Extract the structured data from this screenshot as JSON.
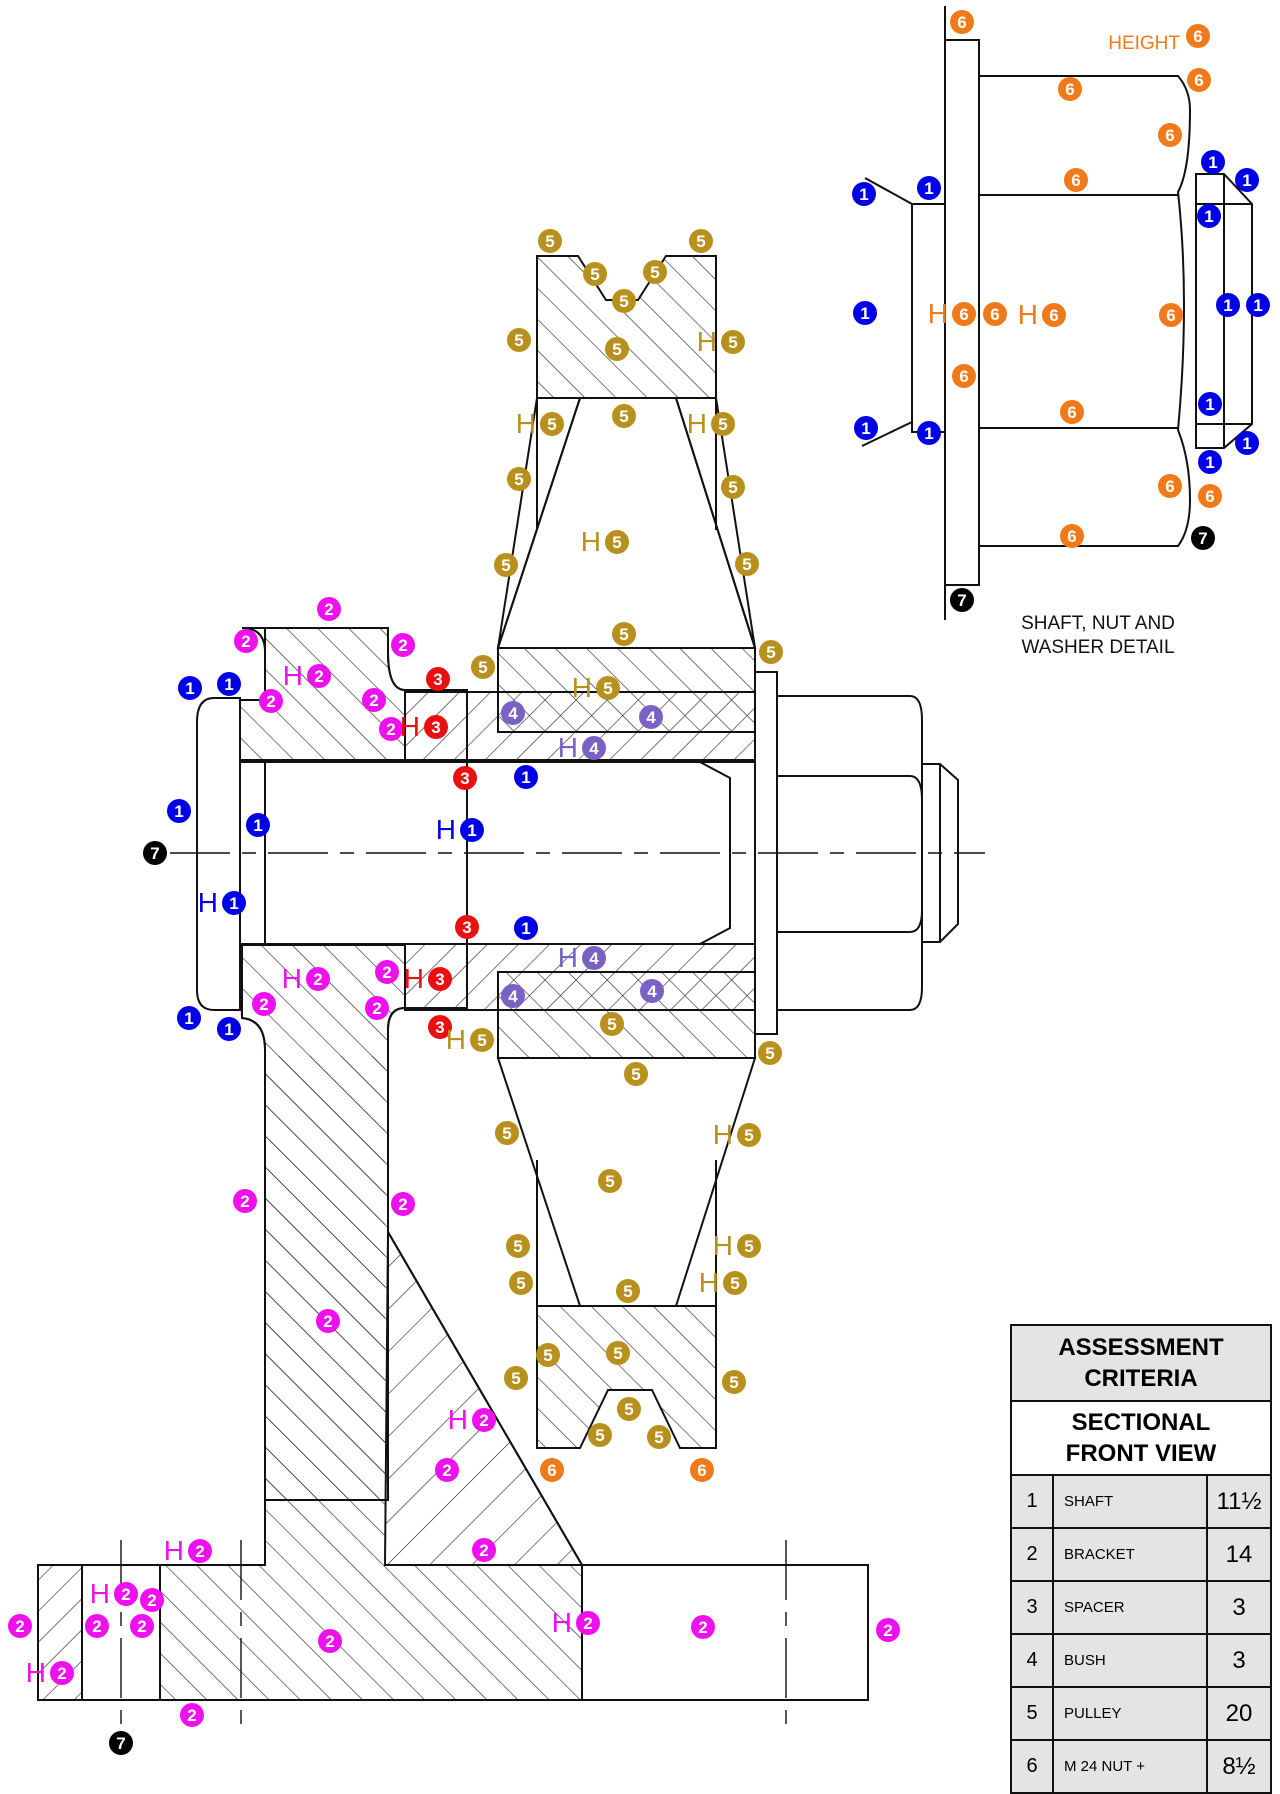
{
  "detail": {
    "caption_line1": "SHAFT, NUT AND",
    "caption_line2": "WASHER DETAIL",
    "height_label": "HEIGHT"
  },
  "criteria": {
    "title_line1": "ASSESSMENT",
    "title_line2": "CRITERIA",
    "subtitle_line1": "SECTIONAL",
    "subtitle_line2": "FRONT VIEW",
    "rows": [
      {
        "num": "1",
        "name": "SHAFT",
        "mark": "11½"
      },
      {
        "num": "2",
        "name": "BRACKET",
        "mark": "14"
      },
      {
        "num": "3",
        "name": "SPACER",
        "mark": "3"
      },
      {
        "num": "4",
        "name": "BUSH",
        "mark": "3"
      },
      {
        "num": "5",
        "name": "PULLEY",
        "mark": "20"
      },
      {
        "num": "6",
        "name": "M 24 NUT +",
        "mark": "8½"
      }
    ]
  },
  "marker_colors": {
    "1": "#0000e6",
    "2": "#ee11ee",
    "3": "#e81010",
    "4": "#7a62c4",
    "5": "#b8901e",
    "6": "#f07a1a",
    "7": "#000000"
  },
  "marker_height_prefix": "H",
  "markers": [
    {
      "n": "1"
    },
    {
      "n": "1"
    },
    {
      "n": "1"
    },
    {
      "n": "1"
    },
    {
      "n": "1"
    },
    {
      "n": "1"
    },
    {
      "n": "1"
    },
    {
      "n": "1",
      "h": true
    },
    {
      "n": "1",
      "h": true
    },
    {
      "n": "1"
    },
    {
      "n": "1"
    },
    {
      "n": "1"
    },
    {
      "n": "1"
    },
    {
      "n": "1"
    },
    {
      "n": "1"
    },
    {
      "n": "1"
    },
    {
      "n": "1"
    },
    {
      "n": "1"
    },
    {
      "n": "1"
    },
    {
      "n": "1"
    },
    {
      "n": "1"
    },
    {
      "n": "1"
    },
    {
      "n": "1"
    },
    {
      "n": "2"
    },
    {
      "n": "2"
    },
    {
      "n": "2"
    },
    {
      "n": "2",
      "h": true
    },
    {
      "n": "2"
    },
    {
      "n": "2"
    },
    {
      "n": "2"
    },
    {
      "n": "2"
    },
    {
      "n": "2",
      "h": true
    },
    {
      "n": "2"
    },
    {
      "n": "2"
    },
    {
      "n": "2"
    },
    {
      "n": "2"
    },
    {
      "n": "2"
    },
    {
      "n": "2",
      "h": true
    },
    {
      "n": "2"
    },
    {
      "n": "2",
      "h": true
    },
    {
      "n": "2"
    },
    {
      "n": "2"
    },
    {
      "n": "2",
      "h": true
    },
    {
      "n": "2"
    },
    {
      "n": "2"
    },
    {
      "n": "2"
    },
    {
      "n": "2",
      "h": true
    },
    {
      "n": "2"
    },
    {
      "n": "2",
      "h": true
    },
    {
      "n": "2"
    },
    {
      "n": "2"
    },
    {
      "n": "2"
    },
    {
      "n": "3"
    },
    {
      "n": "3",
      "h": true
    },
    {
      "n": "3"
    },
    {
      "n": "3"
    },
    {
      "n": "3",
      "h": true
    },
    {
      "n": "3"
    },
    {
      "n": "4"
    },
    {
      "n": "4"
    },
    {
      "n": "4",
      "h": true
    },
    {
      "n": "4",
      "h": true
    },
    {
      "n": "4"
    },
    {
      "n": "4"
    },
    {
      "n": "5"
    },
    {
      "n": "5"
    },
    {
      "n": "5"
    },
    {
      "n": "5"
    },
    {
      "n": "5"
    },
    {
      "n": "5"
    },
    {
      "n": "5"
    },
    {
      "n": "5",
      "h": true
    },
    {
      "n": "5",
      "h": true
    },
    {
      "n": "5"
    },
    {
      "n": "5",
      "h": true
    },
    {
      "n": "5"
    },
    {
      "n": "5"
    },
    {
      "n": "5"
    },
    {
      "n": "5",
      "h": true
    },
    {
      "n": "5"
    },
    {
      "n": "5"
    },
    {
      "n": "5"
    },
    {
      "n": "5",
      "h": true
    },
    {
      "n": "5"
    },
    {
      "n": "5"
    },
    {
      "n": "5",
      "h": true
    },
    {
      "n": "5"
    },
    {
      "n": "5"
    },
    {
      "n": "5"
    },
    {
      "n": "5",
      "h": true
    },
    {
      "n": "5"
    },
    {
      "n": "5"
    },
    {
      "n": "5",
      "h": true
    },
    {
      "n": "5"
    },
    {
      "n": "5",
      "h": true
    },
    {
      "n": "5"
    },
    {
      "n": "5"
    },
    {
      "n": "5"
    },
    {
      "n": "5"
    },
    {
      "n": "5"
    },
    {
      "n": "5"
    },
    {
      "n": "5"
    },
    {
      "n": "5"
    },
    {
      "n": "6"
    },
    {
      "n": "6"
    },
    {
      "n": "6"
    },
    {
      "n": "6"
    },
    {
      "n": "6"
    },
    {
      "n": "6"
    },
    {
      "n": "6"
    },
    {
      "n": "6"
    },
    {
      "n": "6",
      "h": true
    },
    {
      "n": "6"
    },
    {
      "n": "6",
      "h": true
    },
    {
      "n": "6"
    },
    {
      "n": "6"
    },
    {
      "n": "6"
    },
    {
      "n": "6"
    },
    {
      "n": "6"
    },
    {
      "n": "6"
    },
    {
      "n": "7"
    },
    {
      "n": "7"
    },
    {
      "n": "7"
    },
    {
      "n": "7"
    }
  ]
}
